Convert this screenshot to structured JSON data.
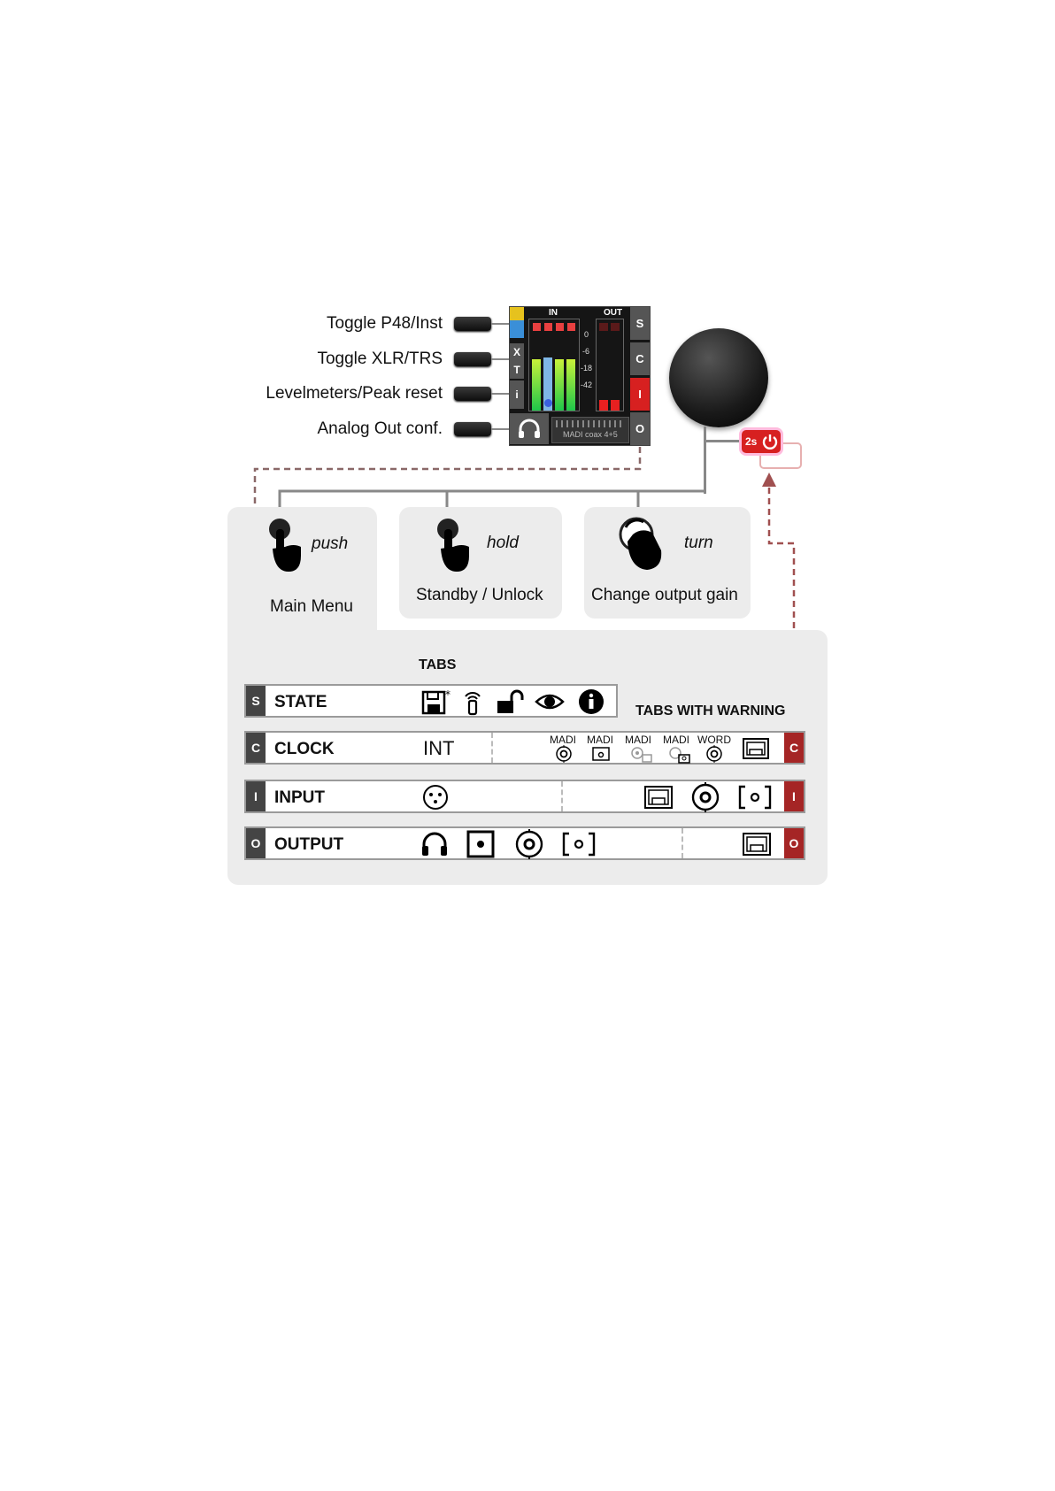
{
  "buttons": [
    {
      "label": "Toggle P48/Inst"
    },
    {
      "label": "Toggle XLR/TRS"
    },
    {
      "label": "Levelmeters/Peak reset"
    },
    {
      "label": "Analog Out conf."
    }
  ],
  "screen": {
    "in_label": "IN",
    "out_label": "OUT",
    "side_letters": [
      "X",
      "T",
      "i"
    ],
    "scale": [
      "0",
      "-6",
      "-18",
      "-42"
    ],
    "right_tabs": [
      "S",
      "C",
      "I",
      "O"
    ],
    "status_text": "MADI coax 4+5"
  },
  "standby_badge": "2s",
  "gestures": [
    {
      "action": "push",
      "description": "Main Menu"
    },
    {
      "action": "hold",
      "description": "Standby / Unlock"
    },
    {
      "action": "turn",
      "description": "Change output gain"
    }
  ],
  "tabs_heading": "TABS",
  "warning_heading": "TABS WITH WARNING",
  "tabs": {
    "state": {
      "letter": "S",
      "name": "STATE",
      "icons": [
        "save-icon",
        "remote-icon",
        "unlock-icon",
        "eye-icon",
        "info-icon"
      ]
    },
    "clock": {
      "letter": "C",
      "name": "CLOCK",
      "source": "INT",
      "warn_labels": [
        "MADI",
        "MADI",
        "MADI",
        "MADI",
        "WORD"
      ],
      "warn_letter": "C"
    },
    "input": {
      "letter": "I",
      "name": "INPUT",
      "warn_letter": "I"
    },
    "output": {
      "letter": "O",
      "name": "OUTPUT",
      "warn_letter": "O"
    }
  },
  "colors": {
    "warning": "#a52525",
    "dash": "#8a6868",
    "panel": "#ececec"
  }
}
